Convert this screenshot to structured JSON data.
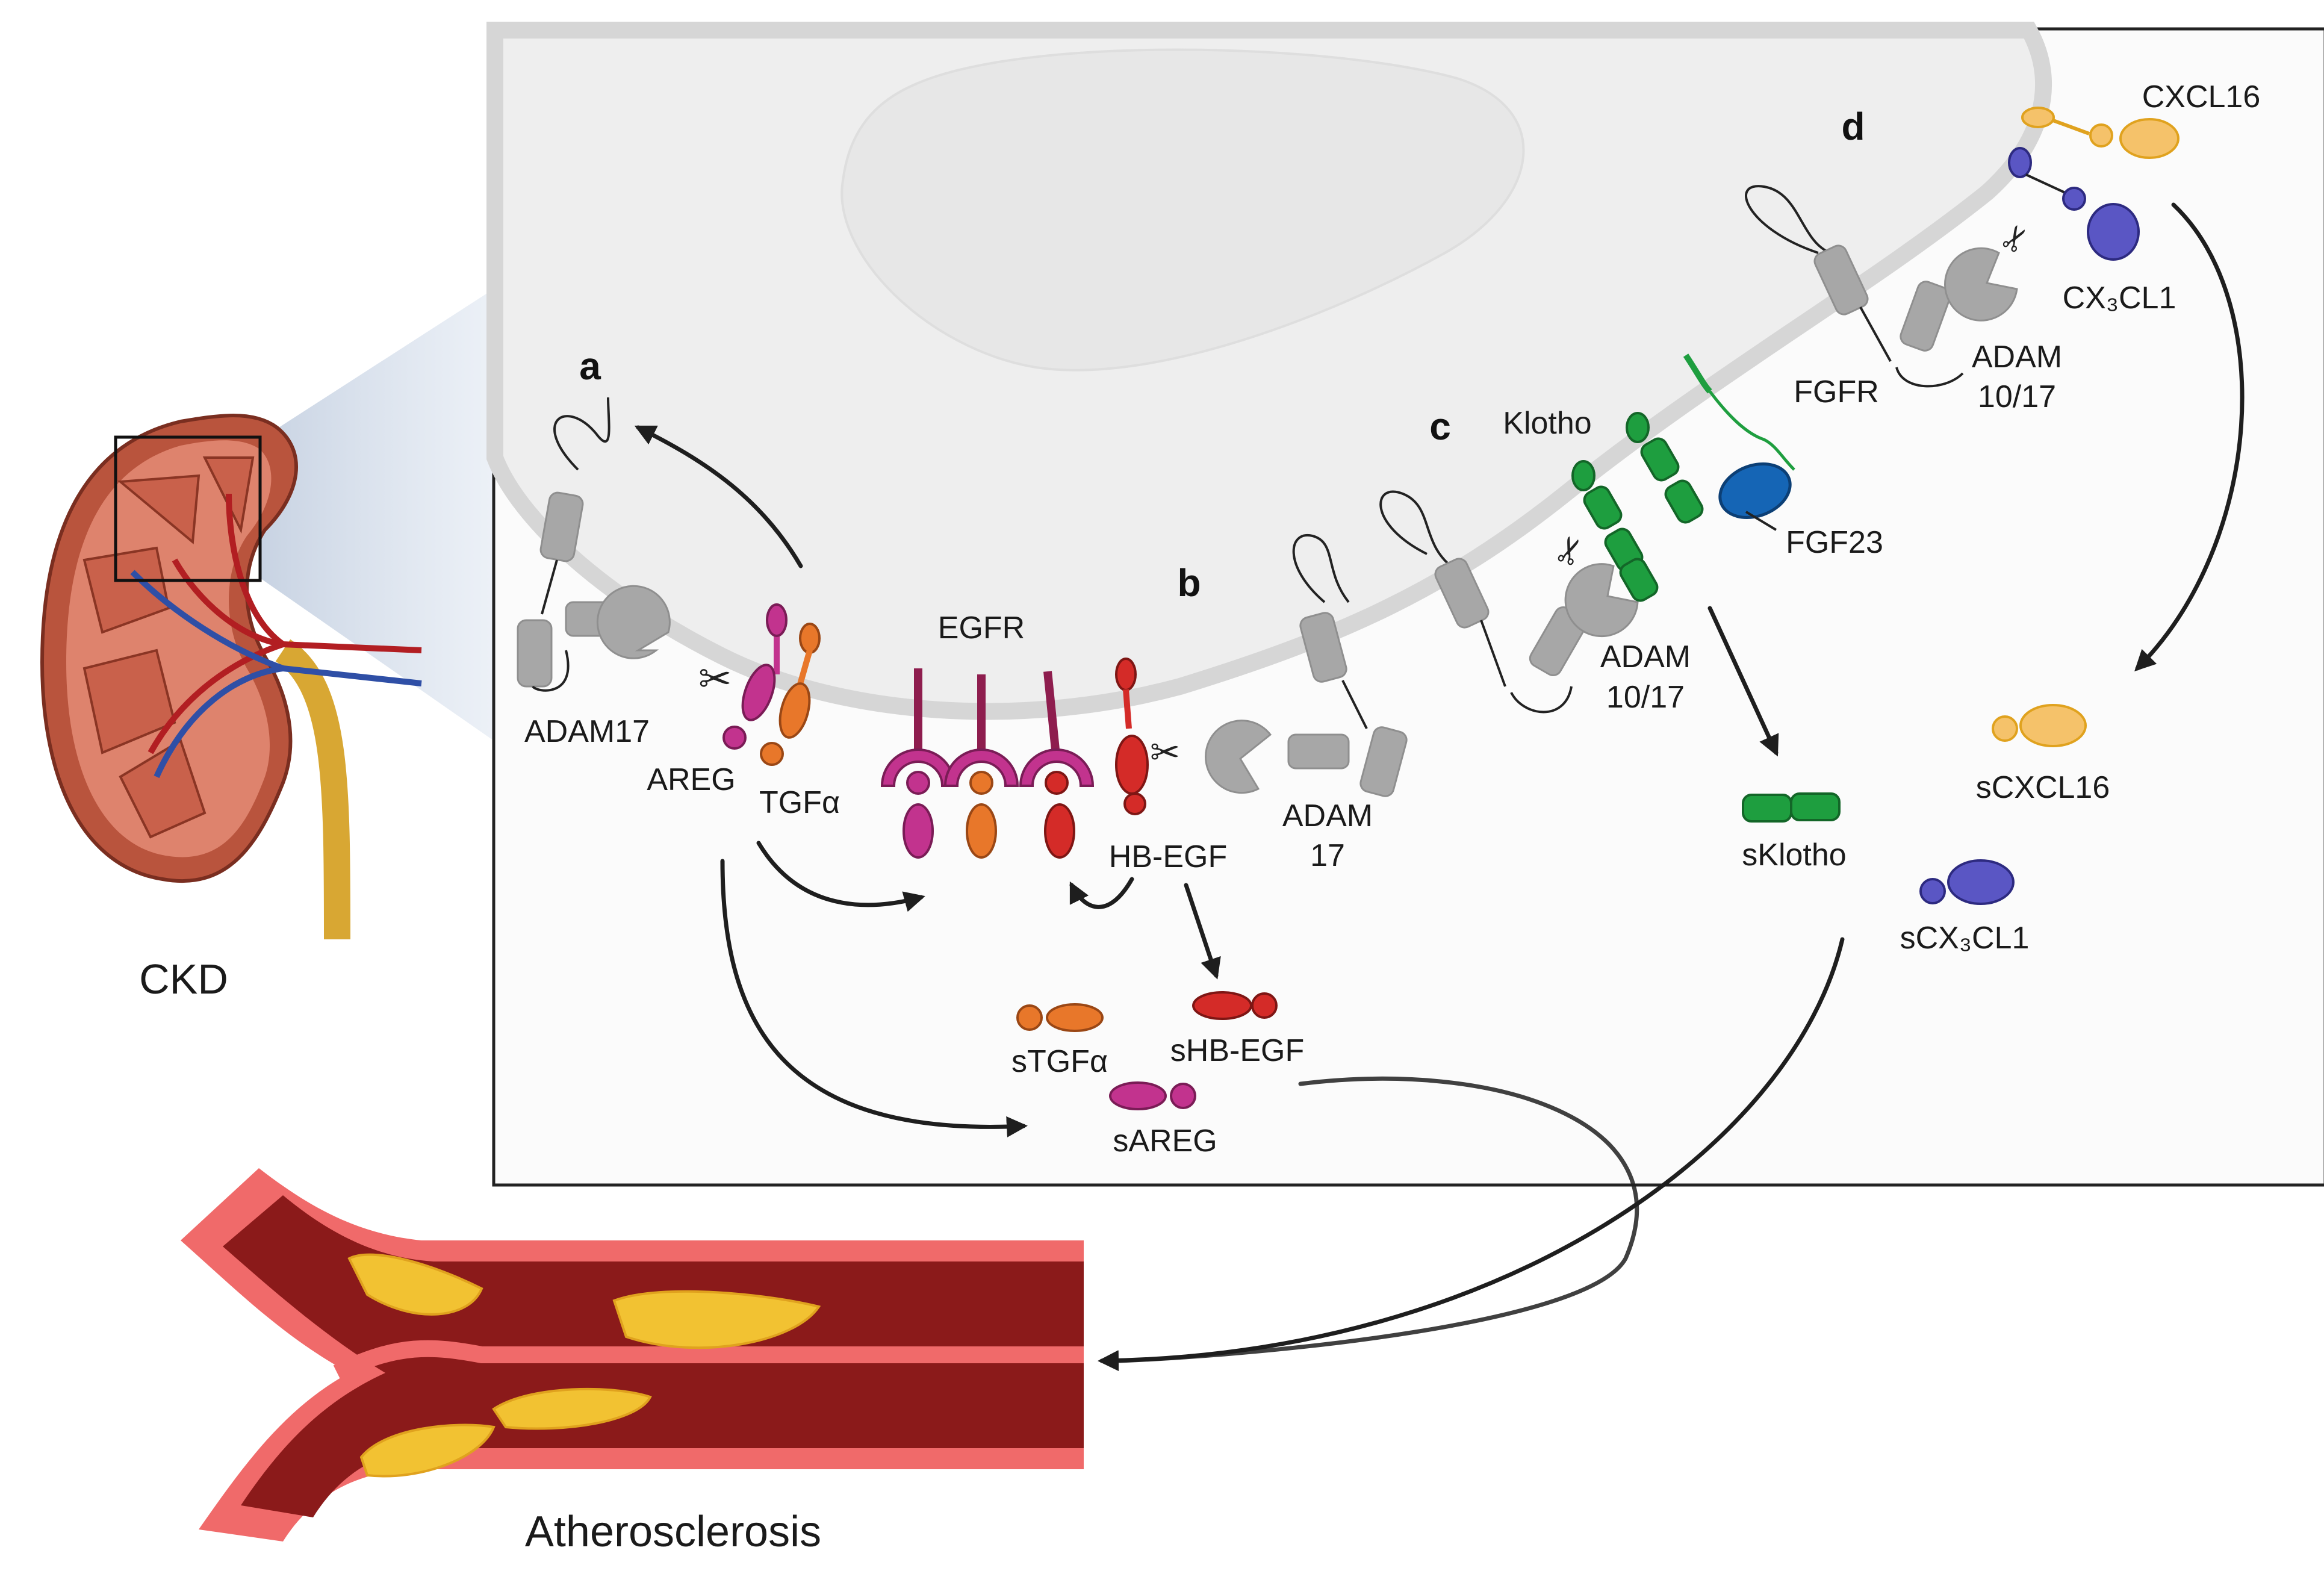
{
  "labels": {
    "ckd": "CKD",
    "atherosclerosis": "Atherosclerosis",
    "panel_a": "a",
    "panel_b": "b",
    "panel_c": "c",
    "panel_d": "d",
    "egfr": "EGFR",
    "adam17_a": "ADAM17",
    "areg": "AREG",
    "tgfa": "TGFα",
    "hbegf": "HB-EGF",
    "adam_b_line1": "ADAM",
    "adam_b_line2": "17",
    "stgfa": "sTGFα",
    "shbegf": "sHB-EGF",
    "sareg": "sAREG",
    "klotho": "Klotho",
    "fgfr": "FGFR",
    "fgf23": "FGF23",
    "adam_c_line1": "ADAM",
    "adam_c_line2": "10/17",
    "sklotho": "sKlotho",
    "cxcl16": "CXCL16",
    "cx3cl1": "CX₃CL1",
    "adam_d_line1": "ADAM",
    "adam_d_line2": "10/17",
    "scxcl16": "sCXCL16",
    "scx3cl1": "sCX₃CL1"
  },
  "colors": {
    "areg": "#c2338e",
    "tgfa": "#e8772a",
    "hbegf": "#d42b28",
    "egfr": "#8e1d4e",
    "klotho": "#1e9e3f",
    "fgf23": "#1565b5",
    "cxcl16": "#f5c26a",
    "cx3cl1": "#5a56c4",
    "adam": "#a7a7a7",
    "vessel_lumen": "#8b1a1a",
    "plaque": "#f2c232"
  },
  "icons": [
    "kidney-illustration",
    "artery-illustration",
    "scissors-icon"
  ]
}
